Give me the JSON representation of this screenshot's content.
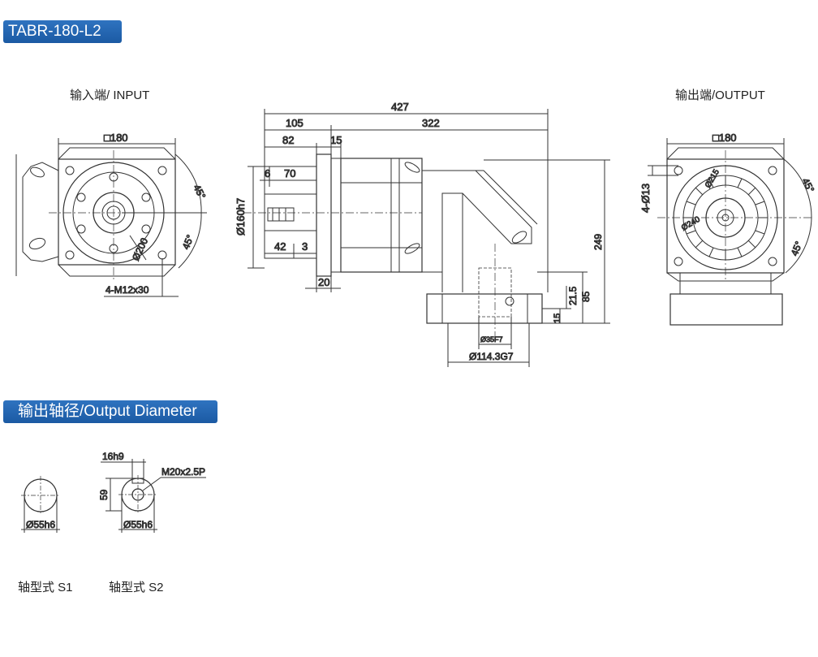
{
  "model_title": "TABR-180-L2",
  "input_view": {
    "title": "输入端/ INPUT",
    "square": "□180",
    "angle_top": "45°",
    "angle_bottom": "45°",
    "pcd": "Ø200",
    "bolts": "4-M12x30"
  },
  "side_view": {
    "total_length": "427",
    "dim_105": "105",
    "dim_322": "322",
    "dim_82": "82",
    "dim_15_top": "15",
    "dim_6": "6",
    "dim_70": "70",
    "pilot": "Ø160h7",
    "dim_42": "42",
    "dim_3": "3",
    "dim_20": "20",
    "height_249": "249",
    "dim_21_5": "21.5",
    "dim_85": "85",
    "dim_15_side": "15",
    "bore_35": "Ø35F7",
    "bore_114": "Ø114.3G7"
  },
  "output_view": {
    "title": "输出端/OUTPUT",
    "square": "□180",
    "holes": "4-Ø13",
    "pcd_215": "Ø215",
    "pcd_240": "Ø240",
    "angle_top": "45°",
    "angle_bottom": "45°"
  },
  "diameter_section": {
    "title": "输出轴径/Output Diameter",
    "s1": {
      "diameter": "Ø55h6",
      "label": "轴型式 S1"
    },
    "s2": {
      "key": "16h9",
      "height": "59",
      "thread": "M20x2.5P",
      "diameter": "Ø55h6",
      "label": "轴型式 S2"
    }
  },
  "colors": {
    "badge": "#1f60aa",
    "line": "#333333"
  }
}
